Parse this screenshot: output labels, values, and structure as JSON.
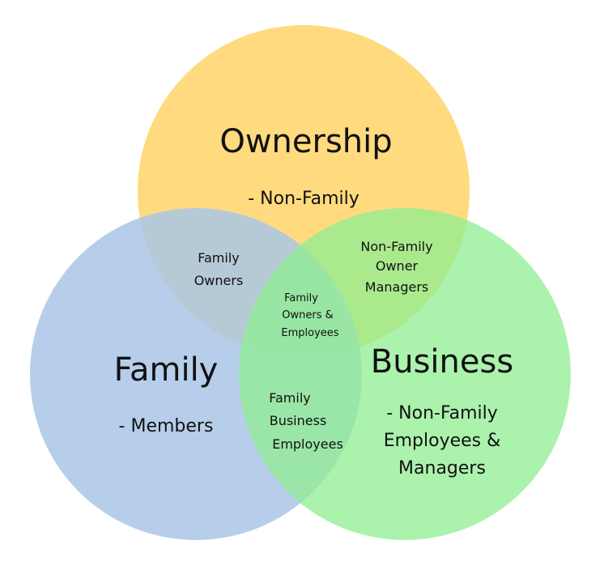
{
  "diagram": {
    "circles": {
      "ownership": {
        "color": "#FFD878"
      },
      "family": {
        "color": "#A9C6E6"
      },
      "business": {
        "color": "#8FEE92"
      }
    },
    "ownership": {
      "title": "Ownership",
      "subtitle": "- Non-Family"
    },
    "family": {
      "title": "Family",
      "subtitle": "- Members"
    },
    "business": {
      "title": "Business",
      "lines": [
        "- Non-Family",
        "Employees &",
        "Managers"
      ]
    },
    "overlaps": {
      "family_owners": [
        "Family",
        "Owners"
      ],
      "non_family_owner_managers": [
        "Non-Family",
        "Owner",
        "Managers"
      ],
      "center": [
        "Family",
        "Owners &",
        "Employees"
      ],
      "family_business_employees": [
        "Family",
        "Business",
        "Employees"
      ]
    }
  }
}
